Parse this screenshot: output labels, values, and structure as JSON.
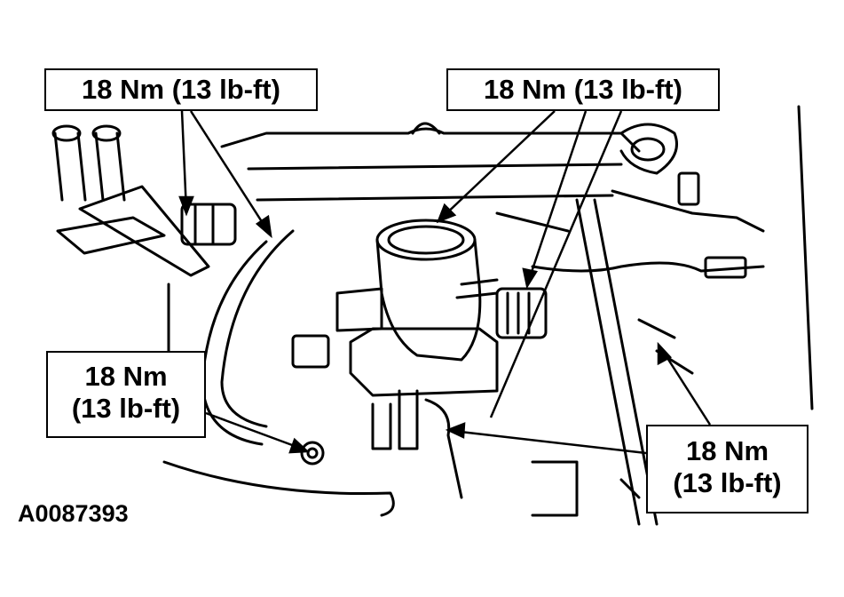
{
  "callouts": {
    "top_left": "18 Nm (13 lb-ft)",
    "top_right": "18 Nm (13 lb-ft)",
    "bottom_left": {
      "line1": "18 Nm",
      "line2": "(13 lb-ft)"
    },
    "bottom_right": {
      "line1": "18 Nm",
      "line2": "(13 lb-ft)"
    }
  },
  "figure_id": "A0087393"
}
